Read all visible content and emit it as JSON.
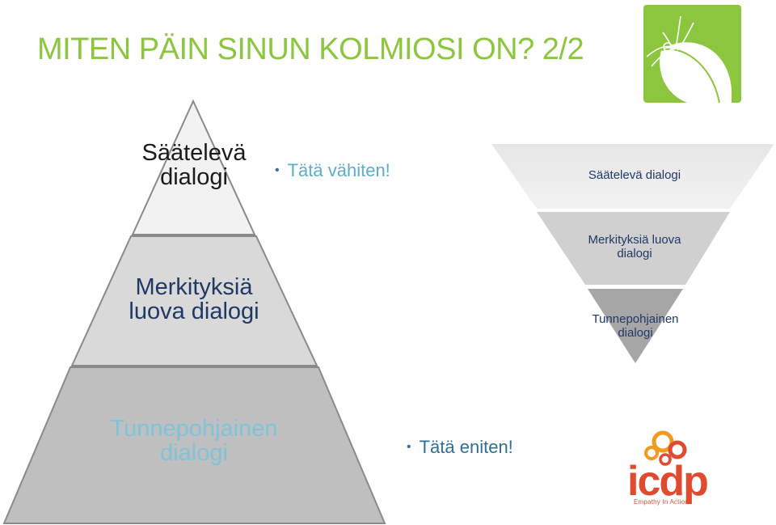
{
  "slide": {
    "title": "MITEN PÄIN SINUN KOLMIOSI ON? 2/2"
  },
  "pyramid": {
    "top_label": "Säätelevä dialogi",
    "middle_label": "Merkityksiä luova dialogi",
    "bottom_label": "Tunnepohjainen dialogi"
  },
  "bullets": {
    "least": "Tätä vähiten!",
    "most": "Tätä eniten!"
  },
  "inverted": {
    "top_label": "Säätelevä dialogi",
    "middle_label": "Merkityksiä luova dialogi",
    "bottom_label": "Tunnepohjainen dialogi"
  },
  "logos": {
    "icdp_word": "icdp",
    "icdp_tagline": "Empathy In Action"
  },
  "colors": {
    "title": "#8cc63f",
    "accent_text": "#5aaec9",
    "dark_text": "#1f3864",
    "icdp_red": "#e04a2f",
    "icdp_orange": "#f39a1e"
  }
}
